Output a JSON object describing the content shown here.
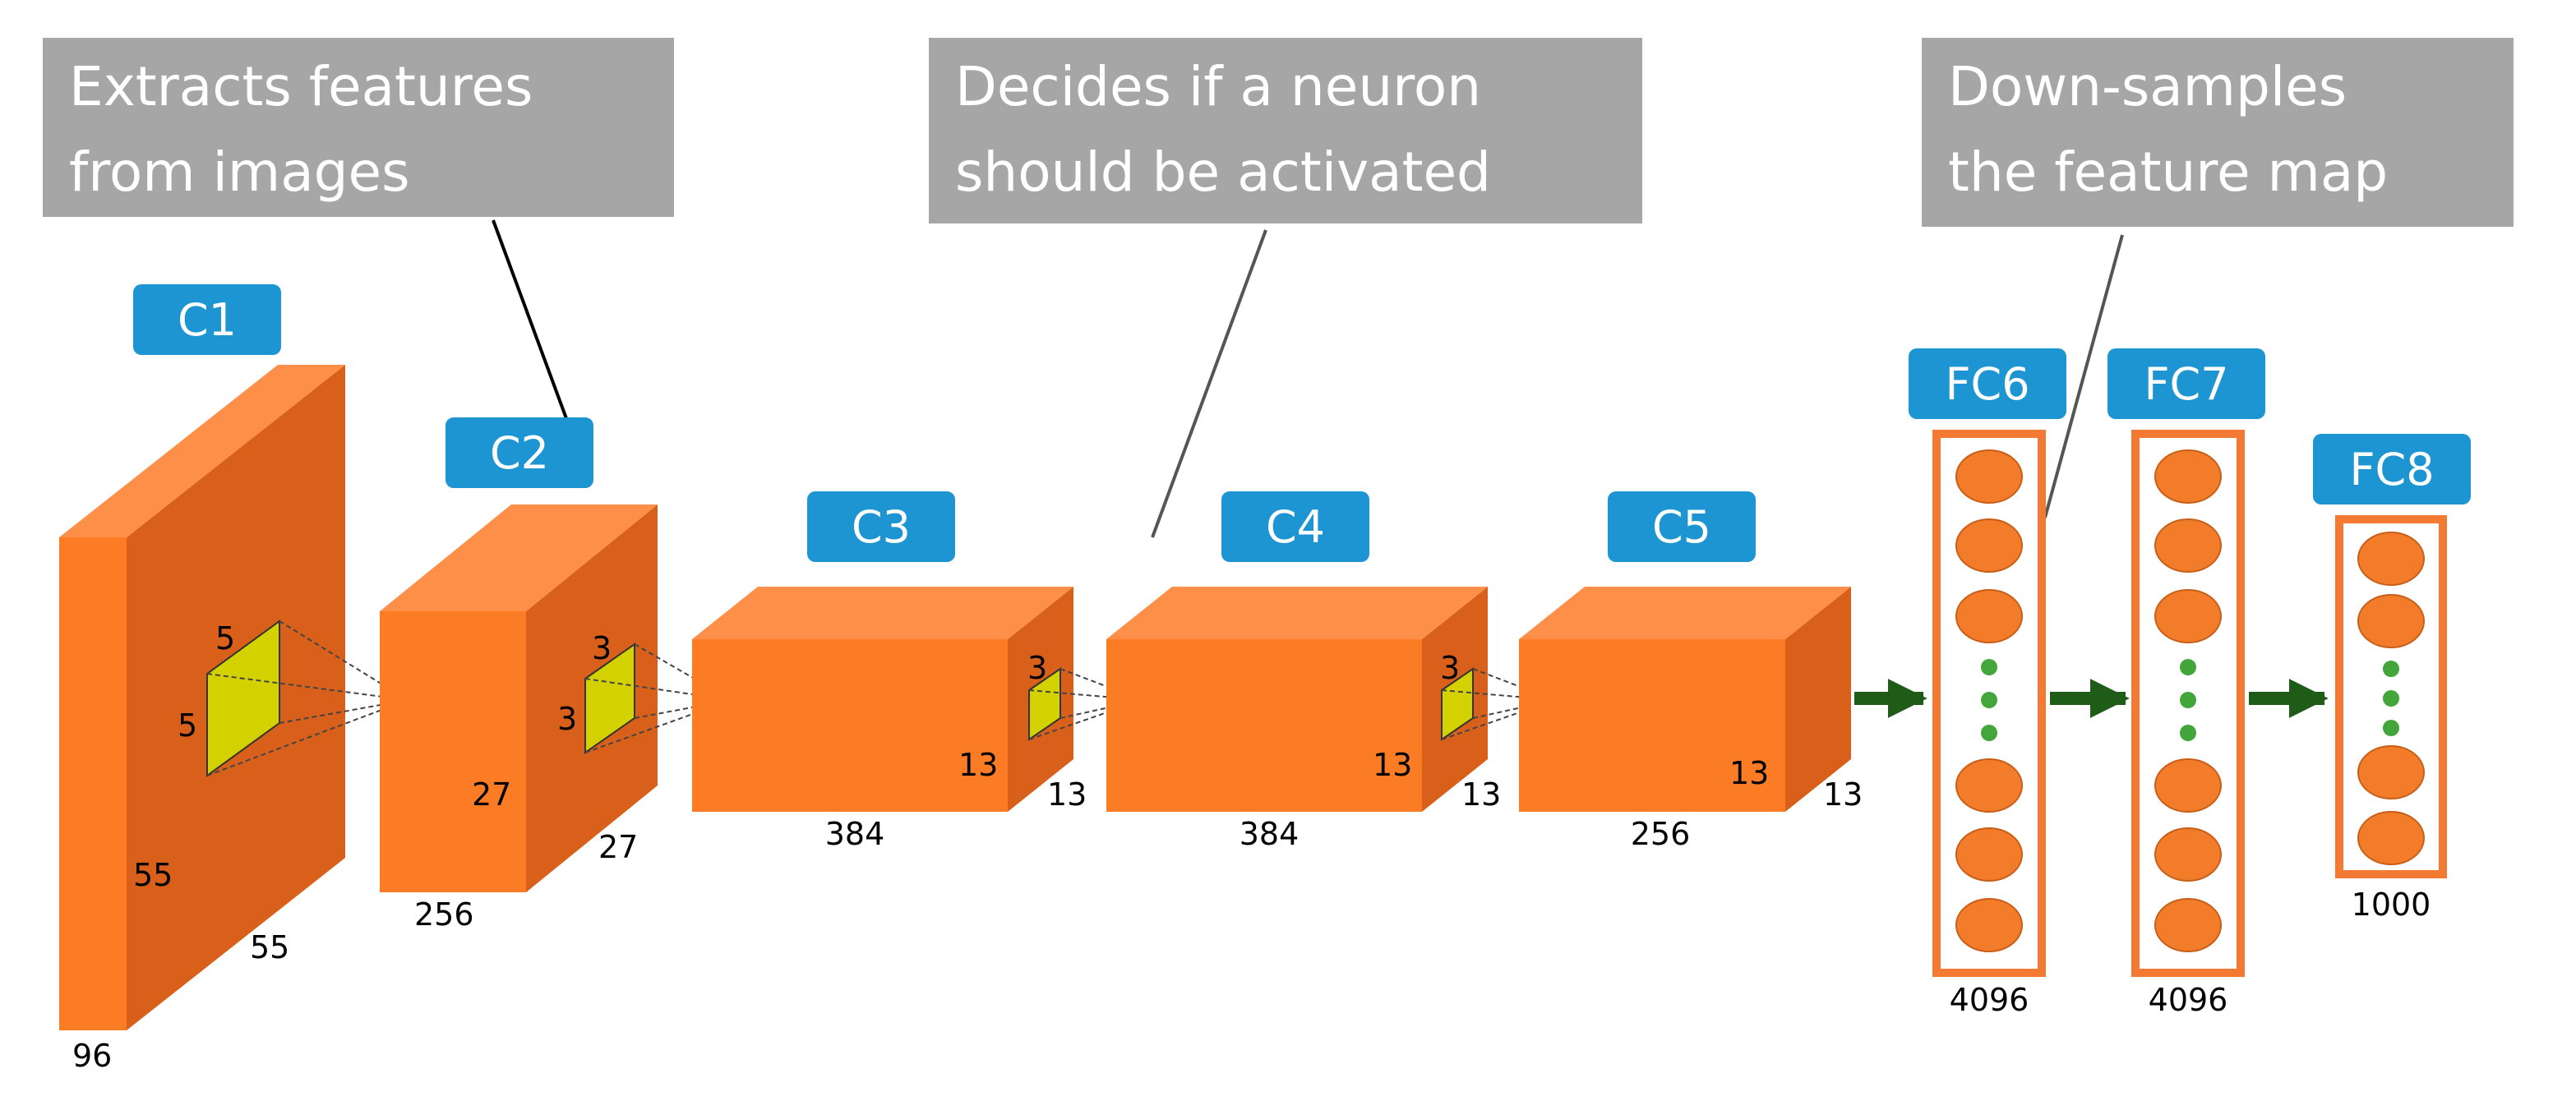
{
  "callouts": {
    "extract": {
      "line1": "Extracts features",
      "line2": "from images"
    },
    "activate": {
      "line1": "Decides if a neuron",
      "line2": "should be activated"
    },
    "downsample": {
      "line1": "Down-samples",
      "line2": "the  feature map"
    }
  },
  "layers": {
    "c1": {
      "name": "C1",
      "height": "55",
      "width": "55",
      "depth": "96",
      "kernel_h": "5",
      "kernel_w": "5"
    },
    "c2": {
      "name": "C2",
      "height": "27",
      "width": "27",
      "depth": "256",
      "kernel_h": "3",
      "kernel_w": "3"
    },
    "c3": {
      "name": "C3",
      "height": "13",
      "width": "13",
      "depth": "384",
      "kernel_h": "3"
    },
    "c4": {
      "name": "C4",
      "height": "13",
      "width": "13",
      "depth": "384",
      "kernel_h": "3"
    },
    "c5": {
      "name": "C5",
      "height": "13",
      "width": "13",
      "depth": "256"
    },
    "fc6": {
      "name": "FC6",
      "size": "4096"
    },
    "fc7": {
      "name": "FC7",
      "size": "4096"
    },
    "fc8": {
      "name": "FC8",
      "size": "1000"
    }
  },
  "colors": {
    "box_front": "#fc7b25",
    "box_top": "#fd8f48",
    "box_side": "#d8601b",
    "kernel": "#d4d100",
    "badge": "#1e95d3",
    "callout": "#a6a6a6",
    "fc_border": "#f47a34",
    "neuron": "#f27c2a",
    "dot": "#42a63a",
    "arrow": "#1f5c18"
  }
}
